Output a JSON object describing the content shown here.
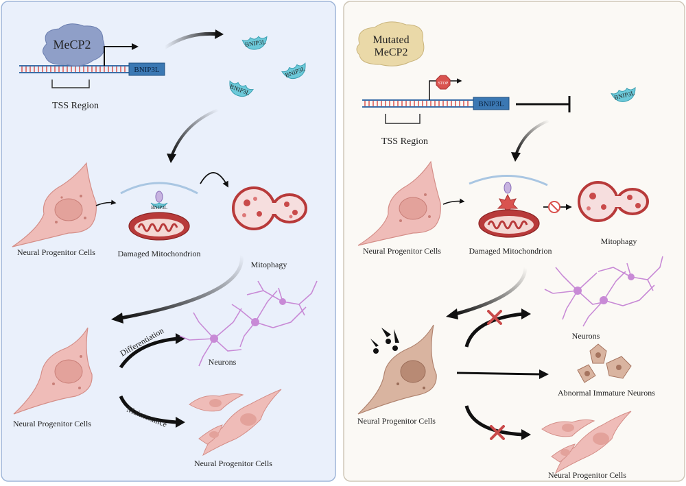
{
  "panels": {
    "normal": {
      "mecp2_label": "MeCP2",
      "gene_label": "BNIP3L",
      "tss_label": "TSS Region",
      "protein_labels": [
        "BNIP3L",
        "BNIP3L",
        "BNIP3L"
      ],
      "membrane_label": "BNIP3L",
      "npc_label": "Neural Progenitor Cells",
      "damaged_mito_label": "Damaged Mitochondrion",
      "mitophagy_label": "Mitophagy",
      "npc_label_2": "Neural Progenitor Cells",
      "differentiation_label": "Differentiation",
      "maintenance_label": "Maintenance",
      "neurons_label": "Neurons",
      "npc_label_3": "Neural Progenitor Cells"
    },
    "mutated": {
      "mecp2_line1": "Mutated",
      "mecp2_line2": "MeCP2",
      "stop_label": "STOP",
      "gene_label": "BNIP3L",
      "tss_label": "TSS Region",
      "protein_label": "BNIP3L",
      "npc_label": "Neural Progenitor Cells",
      "damaged_mito_label": "Damaged Mitochondrion",
      "mitophagy_label": "Mitophagy",
      "neurons_label": "Neurons",
      "abnormal_label": "Abnormal Immature Neurons",
      "npc_label_2": "Neural Progenitor Cells",
      "npc_label_3": "Neural Progenitor Cells"
    }
  },
  "colors": {
    "left_bg": "#eaf0fb",
    "right_bg": "#fbf9f5",
    "mecp2": "#8f9fc8",
    "mutated_mecp2": "#ead9a8",
    "gene_box": "#3b78b3",
    "protein": "#6cc9d9",
    "npc_cell": "#efbcb8",
    "mito": "#b83a3a",
    "neuron": "#c88ad6",
    "abnormal": "#d9b4a0",
    "cross": "#c94a4a"
  }
}
